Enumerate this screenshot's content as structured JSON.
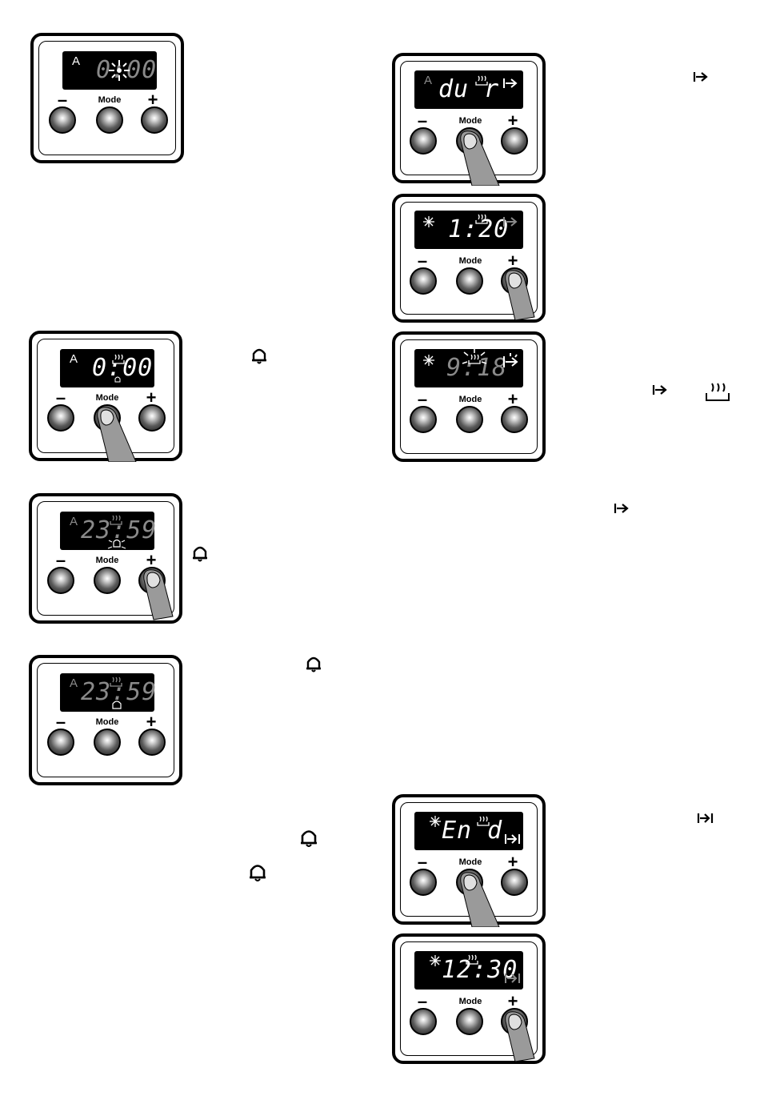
{
  "labels": {
    "minus": "–",
    "mode": "Mode",
    "plus": "+"
  },
  "panels": [
    {
      "id": "p1",
      "a": "A",
      "display": "0:00"
    },
    {
      "id": "p2",
      "a": "A",
      "display": "du r"
    },
    {
      "id": "p3",
      "a": "",
      "display": "1:20"
    },
    {
      "id": "p4",
      "a": "A",
      "display": "0:00"
    },
    {
      "id": "p5",
      "a": "",
      "display": "9:18"
    },
    {
      "id": "p6",
      "a": "A",
      "display": "23:59"
    },
    {
      "id": "p7",
      "a": "A",
      "display": "23:59"
    },
    {
      "id": "p8",
      "a": "",
      "display": "En d"
    },
    {
      "id": "p9",
      "a": "",
      "display": "12:30"
    }
  ],
  "icons": {
    "bell": "bell-icon",
    "duration_arrow": "duration-arrow-icon",
    "end_arrow": "end-arrow-icon",
    "heat": "cooking-heat-icon"
  }
}
